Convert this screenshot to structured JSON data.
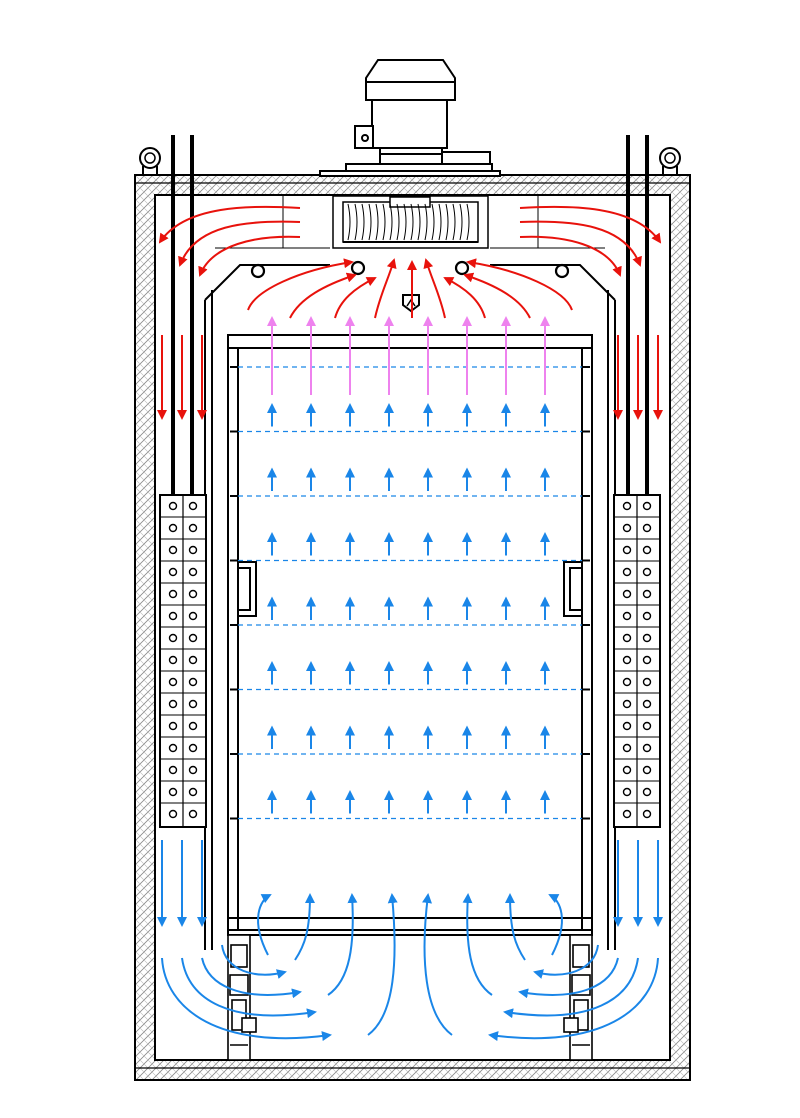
{
  "diagram": {
    "type": "oven-airflow-cross-section",
    "colors": {
      "line": "#000000",
      "hot_air": "#e8120c",
      "warm_air": "#ee82ee",
      "cool_air": "#1a86e8",
      "shelf": "#1a86e8",
      "insulation": "#9a9a9a"
    },
    "shelf_count": 8,
    "heater_tube_rows": 15,
    "inner_arrow_columns": 8,
    "components": [
      "motor",
      "fan",
      "insulated-shell",
      "heater-bank-left",
      "heater-bank-right",
      "trolley",
      "shelves",
      "caster-wheels",
      "lifting-rings",
      "vent"
    ]
  }
}
